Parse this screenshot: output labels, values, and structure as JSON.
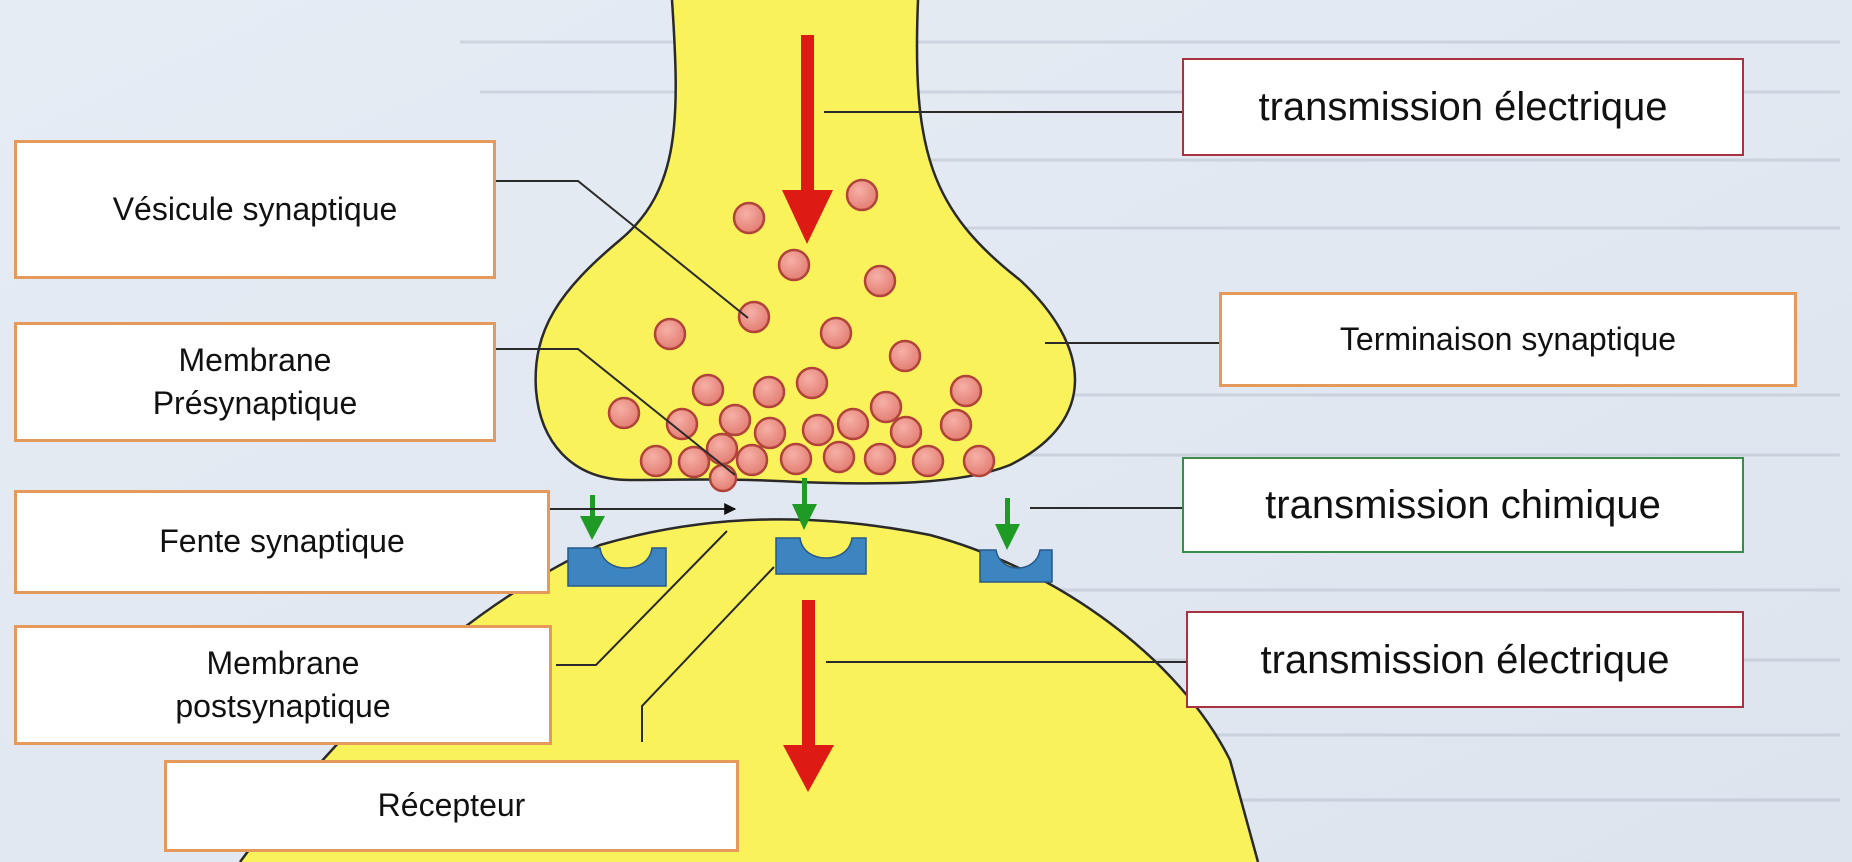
{
  "labels": {
    "vesicule": "Vésicule synaptique",
    "membrane_pre_1": "Membrane",
    "membrane_pre_2": "Présynaptique",
    "fente": "Fente synaptique",
    "membrane_post_1": "Membrane",
    "membrane_post_2": "postsynaptique",
    "recepteur": "Récepteur",
    "transmission_electrique_top": "transmission électrique",
    "terminaison": "Terminaison synaptique",
    "transmission_chimique": "transmission chimique",
    "transmission_electrique_bottom": "transmission électrique"
  },
  "colors": {
    "neuron_yellow": "#faf25a",
    "vesicle_fill": "#ef8f84",
    "arrow_red": "#dd1a14",
    "arrow_green": "#1f9a25",
    "receptor_blue": "#3d85c0",
    "box_border_orange": "#e59a5c",
    "box_border_red": "#a8323f",
    "box_border_green": "#3a8c4a"
  }
}
